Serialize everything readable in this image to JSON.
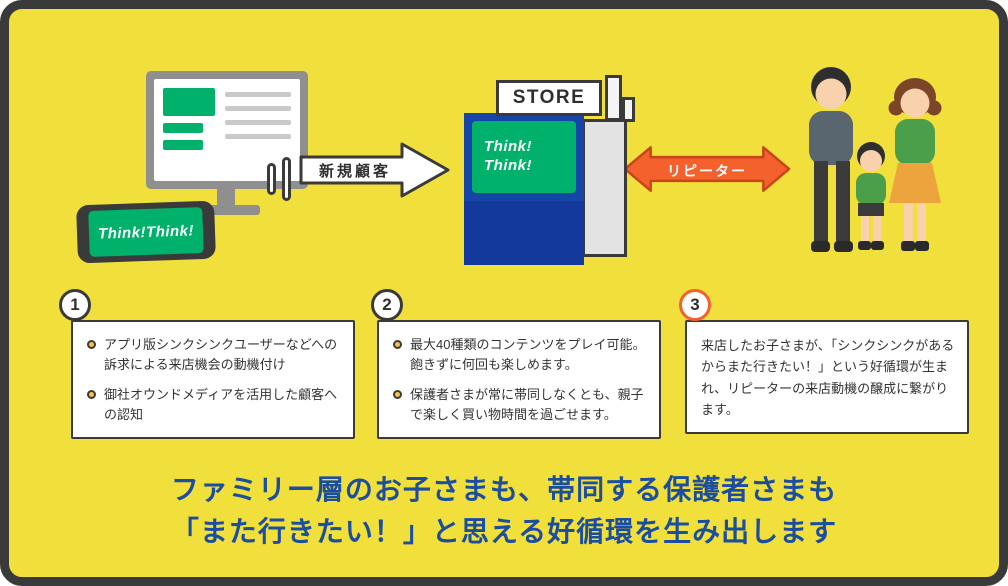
{
  "flow": {
    "app_logo": "Think!Think!",
    "new_customers_label": "新規顧客",
    "store_sign": "STORE",
    "kiosk_logo_line1": "Think!",
    "kiosk_logo_line2": "Think!",
    "repeater_label": "リピーター"
  },
  "steps": [
    {
      "number": "1",
      "bullets": [
        "アプリ版シンクシンクユーザーなどへの訴求による来店機会の動機付け",
        "御社オウンドメディアを活用した顧客への認知"
      ]
    },
    {
      "number": "2",
      "bullets": [
        "最大40種類のコンテンツをプレイ可能。飽きずに何回も楽しめます。",
        "保護者さまが常に帯同しなくとも、親子で楽しく買い物時間を過ごせます。"
      ]
    },
    {
      "number": "3",
      "text": "来店したお子さまが、「シンクシンクがあるからまた行きたい！」という好循環が生まれ、リピーターの来店動機の醸成に繋がります。"
    }
  ],
  "headline": {
    "line1": "ファミリー層のお子さまも、帯同する保護者さまも",
    "line2": "「また行きたい！」と思える好循環を生み出します"
  },
  "colors": {
    "background_yellow": "#F1DF3B",
    "outline_dark": "#3A3A3A",
    "brand_green": "#00B16B",
    "kiosk_blue": "#1645A8",
    "accent_orange": "#F4612D",
    "headline_blue": "#1C4EA0"
  }
}
